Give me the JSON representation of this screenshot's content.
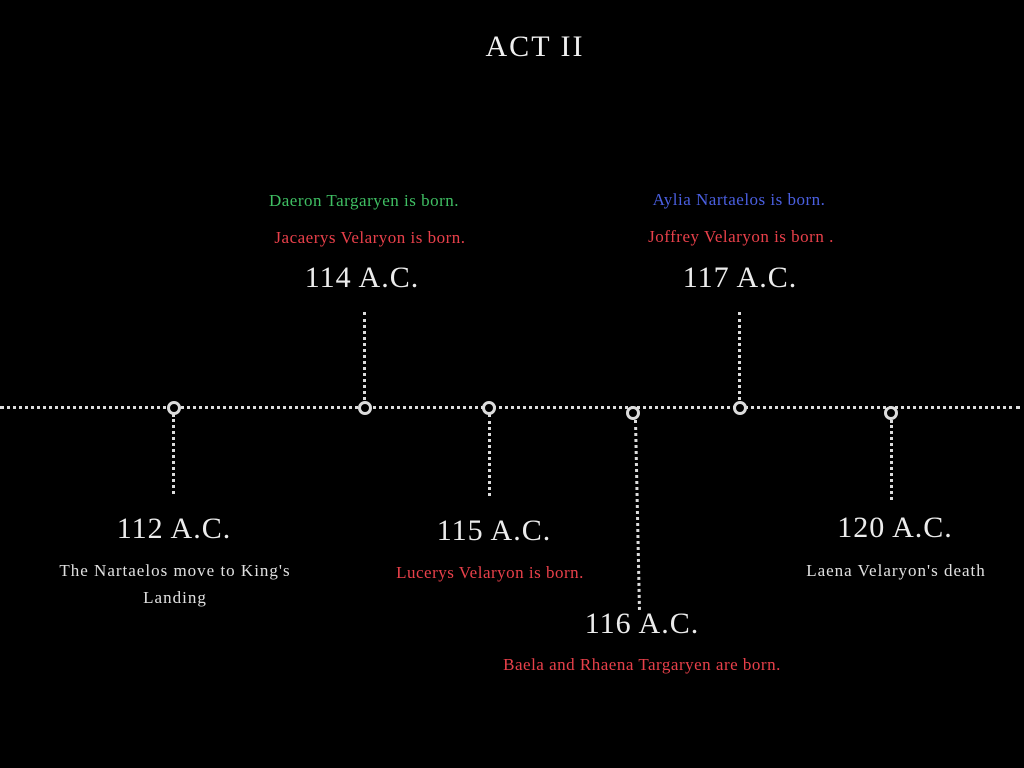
{
  "title": "ACT II",
  "colors": {
    "background": "#000000",
    "line": "#dcdcdc",
    "green": "#3fbf63",
    "red": "#e8404a",
    "blue": "#4a5fe0"
  },
  "events": {
    "y112": {
      "year": "112 A.C.",
      "desc": "The Nartaelos move to King's Landing"
    },
    "y114": {
      "year": "114 A.C.",
      "line1": "Daeron Targaryen is born.",
      "line2": "Jacaerys Velaryon is born."
    },
    "y115": {
      "year": "115 A.C.",
      "line1": "Lucerys Velaryon is born."
    },
    "y116": {
      "year": "116 A.C.",
      "line1": "Baela and Rhaena Targaryen are born."
    },
    "y117": {
      "year": "117 A.C.",
      "line1": "Aylia Nartaelos is born.",
      "line2": "Joffrey Velaryon is born ."
    },
    "y120": {
      "year": "120 A.C.",
      "desc": "Laena Velaryon's death"
    }
  }
}
